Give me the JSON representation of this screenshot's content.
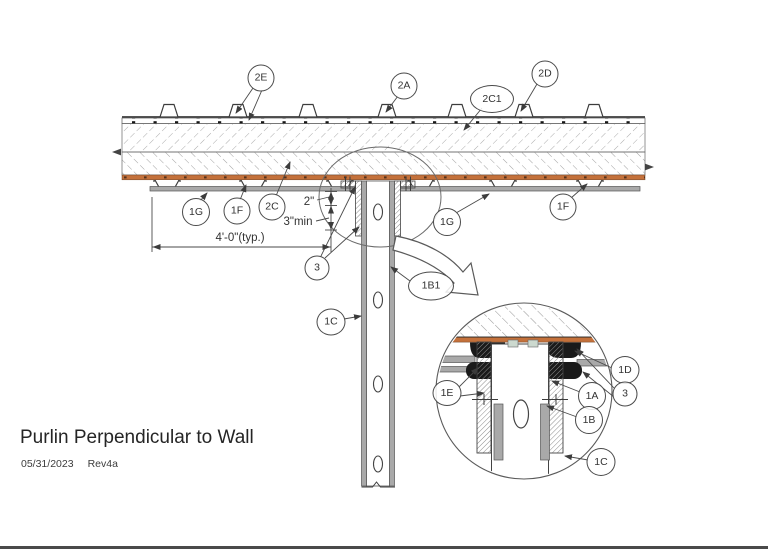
{
  "document": {
    "title": "Purlin Perpendicular to Wall",
    "date": "05/31/2023",
    "revision": "Rev4a"
  },
  "dimensions": {
    "gap": "2\"",
    "embed": "3\"min",
    "spacing": "4'-0\"(typ.)"
  },
  "callouts": [
    {
      "label": "2E"
    },
    {
      "label": "2A"
    },
    {
      "label": "2C1"
    },
    {
      "label": "2D"
    },
    {
      "label": "1G"
    },
    {
      "label": "1F"
    },
    {
      "label": "2C"
    },
    {
      "label": "1G"
    },
    {
      "label": "1F"
    },
    {
      "label": "3"
    },
    {
      "label": "1B1"
    },
    {
      "label": "1C"
    },
    {
      "label": "1E"
    },
    {
      "label": "1A"
    },
    {
      "label": "1B"
    },
    {
      "label": "1D"
    },
    {
      "label": "3"
    },
    {
      "label": "1C"
    }
  ],
  "colors": {
    "wood": "#c4713b",
    "line": "#3c3c3c",
    "steel": "#a9a9a9",
    "clip_black": "#1a1a1a"
  }
}
